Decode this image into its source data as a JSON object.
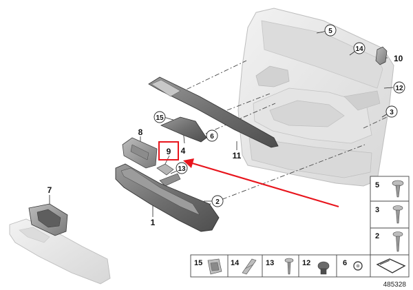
{
  "callouts": {
    "c1": "1",
    "c2": "2",
    "c3": "3",
    "c4": "4",
    "c5": "5",
    "c6": "6",
    "c7": "7",
    "c8": "8",
    "c9": "9",
    "c10": "10",
    "c11": "11",
    "c12": "12",
    "c13": "13",
    "c14": "14",
    "c15": "15"
  },
  "parts_table": {
    "right_column": [
      "5",
      "3",
      "2"
    ],
    "bottom_row": [
      "15",
      "14",
      "13",
      "12",
      "6"
    ]
  },
  "reference_number": "485328",
  "colors": {
    "highlight": "#e8141c",
    "line": "#222222",
    "part_light": "#e6e6e6",
    "part_dark": "#6b6b6b"
  }
}
